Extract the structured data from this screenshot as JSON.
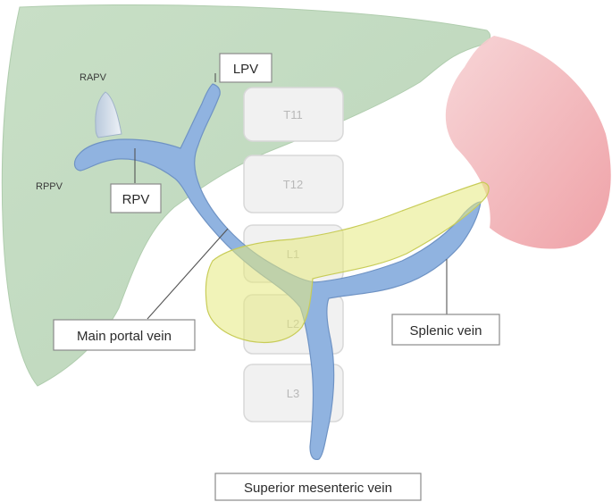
{
  "labels": {
    "lpv": "LPV",
    "rpv": "RPV",
    "rapv": "RAPV",
    "rppv": "RPPV",
    "main_portal_vein": "Main portal vein",
    "splenic_vein": "Splenic vein",
    "superior_mesenteric_vein": "Superior mesenteric vein"
  },
  "vertebrae": [
    "T11",
    "T12",
    "L1",
    "L2",
    "L3"
  ],
  "colors": {
    "liver": "#c4dcc3",
    "spleen": "#f0b4b8",
    "pancreas": "#e8ec8c",
    "vein": "#90b3e0",
    "vertebra": "#f1f1f1"
  }
}
